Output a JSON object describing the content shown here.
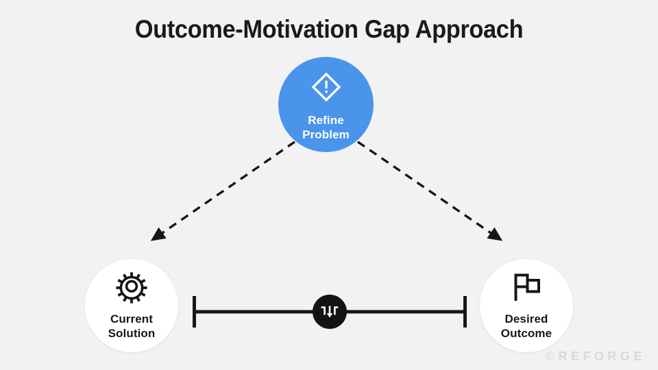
{
  "page": {
    "title": "Outcome-Motivation Gap Approach",
    "background_color": "#f2f2f2"
  },
  "colors": {
    "accent_blue": "#4a94ec",
    "node_white": "#ffffff",
    "ink": "#171717",
    "marker_dark": "#131313",
    "watermark_gray": "#d9d9d9"
  },
  "diagram": {
    "nodes": [
      {
        "id": "refine-problem",
        "label": "Refine\nProblem",
        "icon": "alert-diamond-icon",
        "fill": "#4a94ec",
        "text_color": "#ffffff"
      },
      {
        "id": "current-solution",
        "label": "Current\nSolution",
        "icon": "gear-icon",
        "fill": "#ffffff",
        "text_color": "#171717"
      },
      {
        "id": "desired-outcome",
        "label": "Desired\nOutcome",
        "icon": "checkered-flag-icon",
        "fill": "#ffffff",
        "text_color": "#171717"
      }
    ],
    "gap_marker": {
      "id": "gap-marker",
      "icon": "collapse-arrow-icon",
      "fill": "#131313"
    },
    "connectors": [
      {
        "id": "refine-to-current",
        "style": "dashed",
        "arrow": "end"
      },
      {
        "id": "refine-to-desired",
        "style": "dashed",
        "arrow": "end"
      },
      {
        "id": "current-to-desired",
        "style": "solid",
        "arrow": "none",
        "endcaps": "bars"
      }
    ]
  },
  "watermark": {
    "text": "©REFORGE"
  }
}
